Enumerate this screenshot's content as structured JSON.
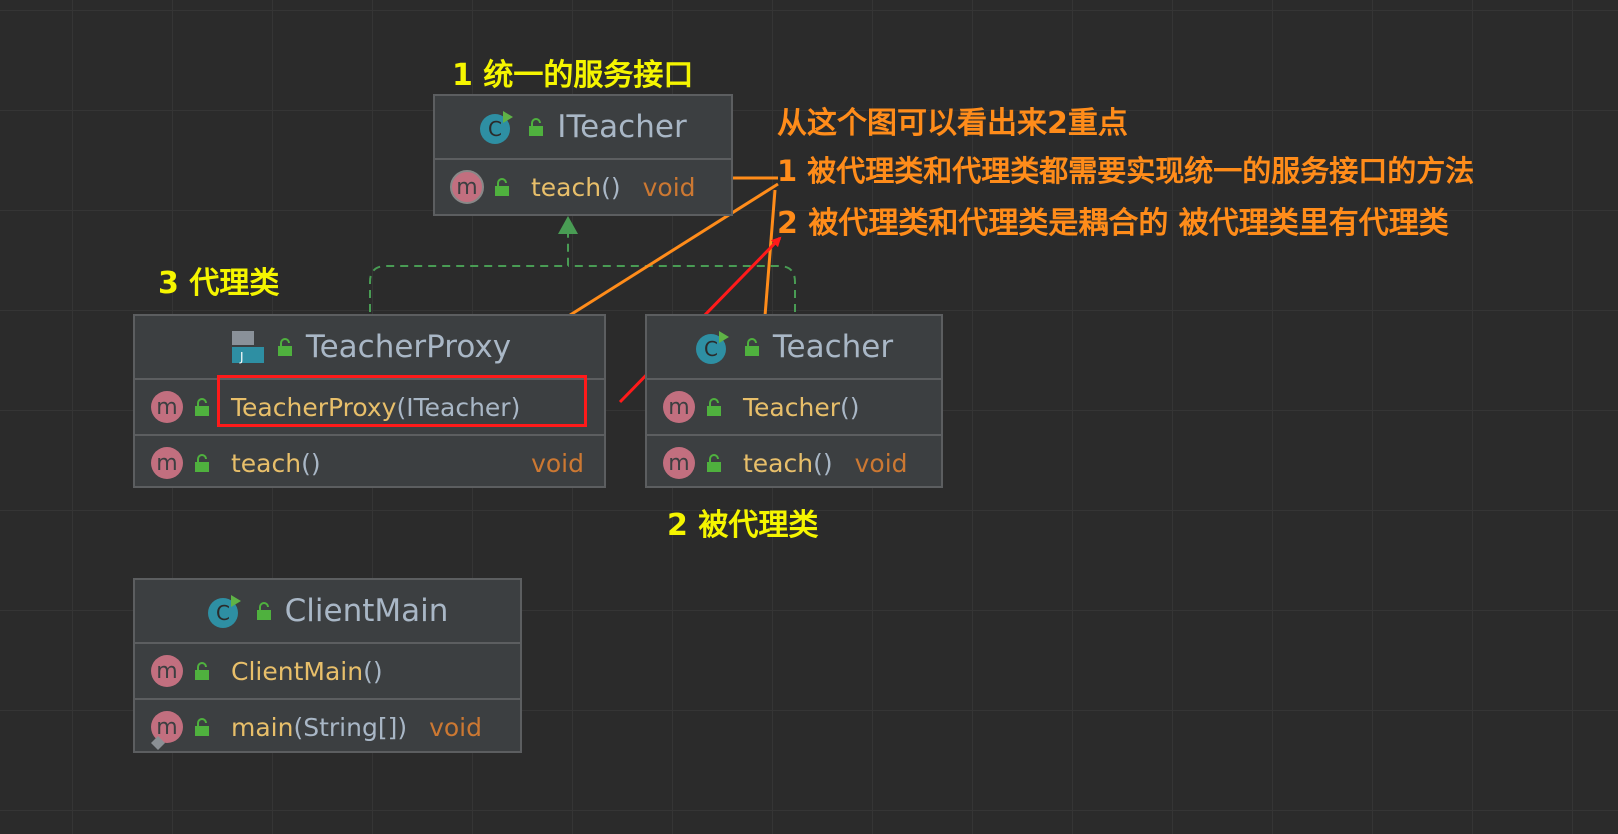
{
  "nodes": {
    "iteacher": {
      "name": "ITeacher",
      "methods": [
        {
          "name": "teach",
          "paren": "()",
          "type": "void"
        }
      ]
    },
    "proxy": {
      "name": "TeacherProxy",
      "methods": [
        {
          "name": "TeacherProxy",
          "paren": "(ITeacher)",
          "type": ""
        },
        {
          "name": "teach",
          "paren": "()",
          "type": "void"
        }
      ]
    },
    "teacher": {
      "name": "Teacher",
      "methods": [
        {
          "name": "Teacher",
          "paren": "()",
          "type": ""
        },
        {
          "name": "teach",
          "paren": "()",
          "type": "void"
        }
      ]
    },
    "client": {
      "name": "ClientMain",
      "methods": [
        {
          "name": "ClientMain",
          "paren": "()",
          "type": ""
        },
        {
          "name": "main",
          "paren": "(String[])",
          "type": "void"
        }
      ]
    }
  },
  "annotations": {
    "interface_label": "1 统一的服务接口",
    "proxy_label": "3 代理类",
    "target_label": "2 被代理类",
    "notes": [
      "从这个图可以看出来2重点",
      "1 被代理类和代理类都需要实现统一的服务接口的方法",
      "2 被代理类和代理类是耦合的 被代理类里有代理类"
    ]
  },
  "badge_letter": "m",
  "class_letter": "C",
  "colors": {
    "annotation_yellow": "#f5f500",
    "annotation_orange": "#ff8c1a",
    "arrow_red": "#ff1a1a",
    "method_name": "#e8bf6a",
    "return_type": "#cc7832",
    "class_text": "#a9b7c6"
  }
}
